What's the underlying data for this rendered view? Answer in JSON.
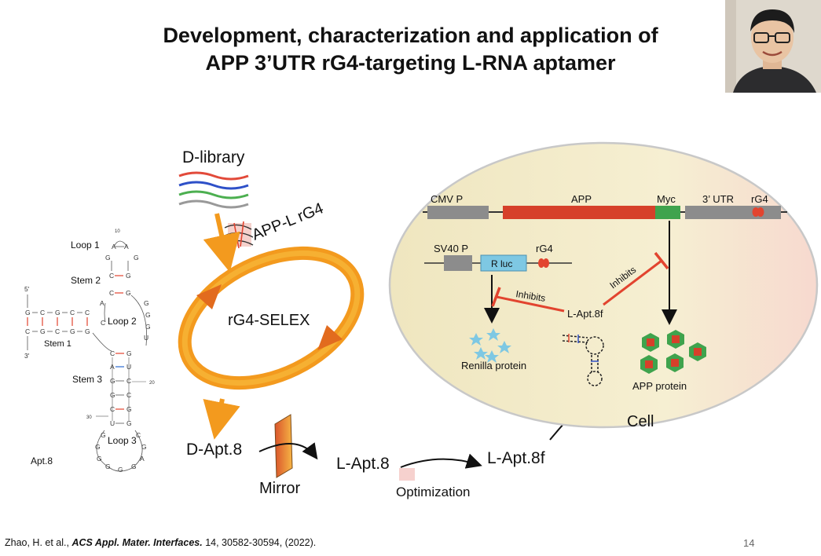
{
  "slide": {
    "title_line1": "Development, characterization and application of",
    "title_line2": "APP 3’UTR rG4-targeting L-RNA aptamer",
    "page_number": "14"
  },
  "citation": {
    "authors": "Zhao, H. et al., ",
    "journal": "ACS Appl. Mater. Interfaces.",
    "details": " 14, 30582-30594, (2022)."
  },
  "aptamer_structure": {
    "name": "Apt.8",
    "labels": {
      "loop1": "Loop 1",
      "stem2": "Stem 2",
      "loop2": "Loop 2",
      "stem1": "Stem 1",
      "stem3": "Stem 3",
      "loop3": "Loop 3",
      "end5": "5'",
      "end3": "3'",
      "pos10": "10",
      "pos20": "20",
      "pos30": "30"
    }
  },
  "selex": {
    "d_library": "D-library",
    "target": "APP-L rG4",
    "cycle": "rG4-SELEX",
    "d_apt": "D-Apt.8",
    "mirror": "Mirror",
    "l_apt": "L-Apt.8",
    "optimization": "Optimization",
    "l_apt_f": "L-Apt.8f"
  },
  "cell": {
    "label": "Cell",
    "construct1": {
      "promoter": "CMV P",
      "gene": "APP",
      "tag": "Myc",
      "utr": "3’ UTR",
      "rg4": "rG4"
    },
    "construct2": {
      "promoter": "SV40 P",
      "reporter": "R luc",
      "rg4": "rG4"
    },
    "inhibits_left": "Inhibits",
    "inhibits_right": "Inhibits",
    "aptamer": "L-Apt.8f",
    "renilla": "Renilla protein",
    "app_protein": "APP protein"
  },
  "colors": {
    "app_gene": "#d6402a",
    "myc": "#3fa34d",
    "promoter": "#8c8c8c",
    "rluc": "#7ec8e3",
    "inhibit": "#e2442f",
    "selex_orange": "#f5a623",
    "cell_fill": "#f3ebc7"
  }
}
